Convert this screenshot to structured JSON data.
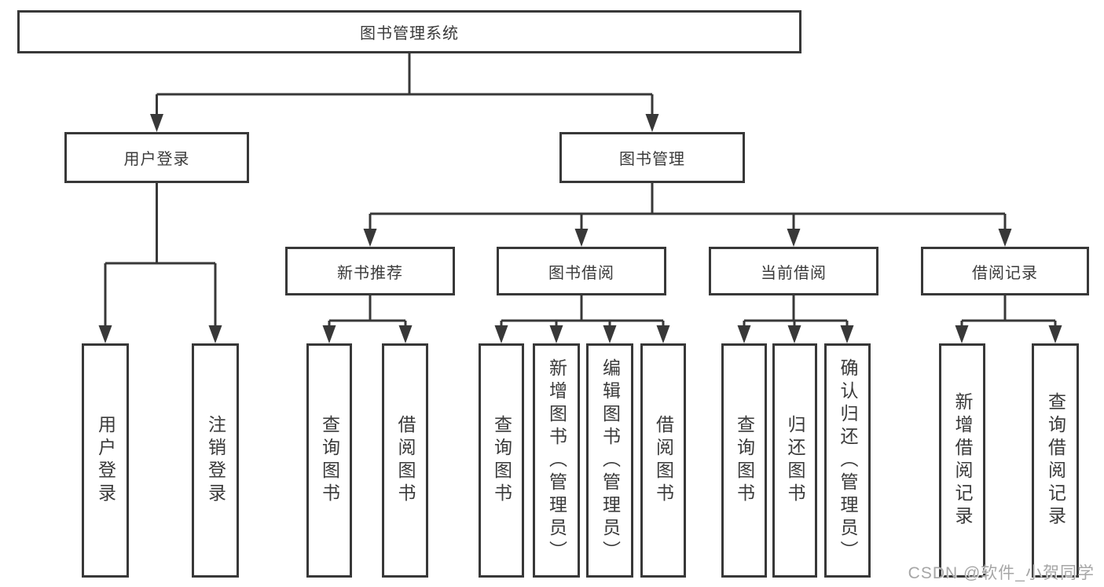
{
  "diagram": {
    "root": "图书管理系统",
    "login": {
      "label": "用户登录",
      "children": [
        "用户登录",
        "注销登录"
      ]
    },
    "management": {
      "label": "图书管理",
      "groups": [
        {
          "label": "新书推荐",
          "children": [
            "查询图书",
            "借阅图书"
          ]
        },
        {
          "label": "图书借阅",
          "children": [
            "查询图书",
            "新增图书（管理员）",
            "编辑图书（管理员）",
            "借阅图书"
          ]
        },
        {
          "label": "当前借阅",
          "children": [
            "查询图书",
            "归还图书",
            "确认归还（管理员）"
          ]
        },
        {
          "label": "借阅记录",
          "children": [
            "新增借阅记录",
            "查询借阅记录"
          ]
        }
      ]
    }
  },
  "watermark": "CSDN @软件_小贺同学",
  "colors": {
    "line": "#383838",
    "text": "#3a3a3a",
    "watermark": "#a6a6a6",
    "background": "#ffffff"
  }
}
